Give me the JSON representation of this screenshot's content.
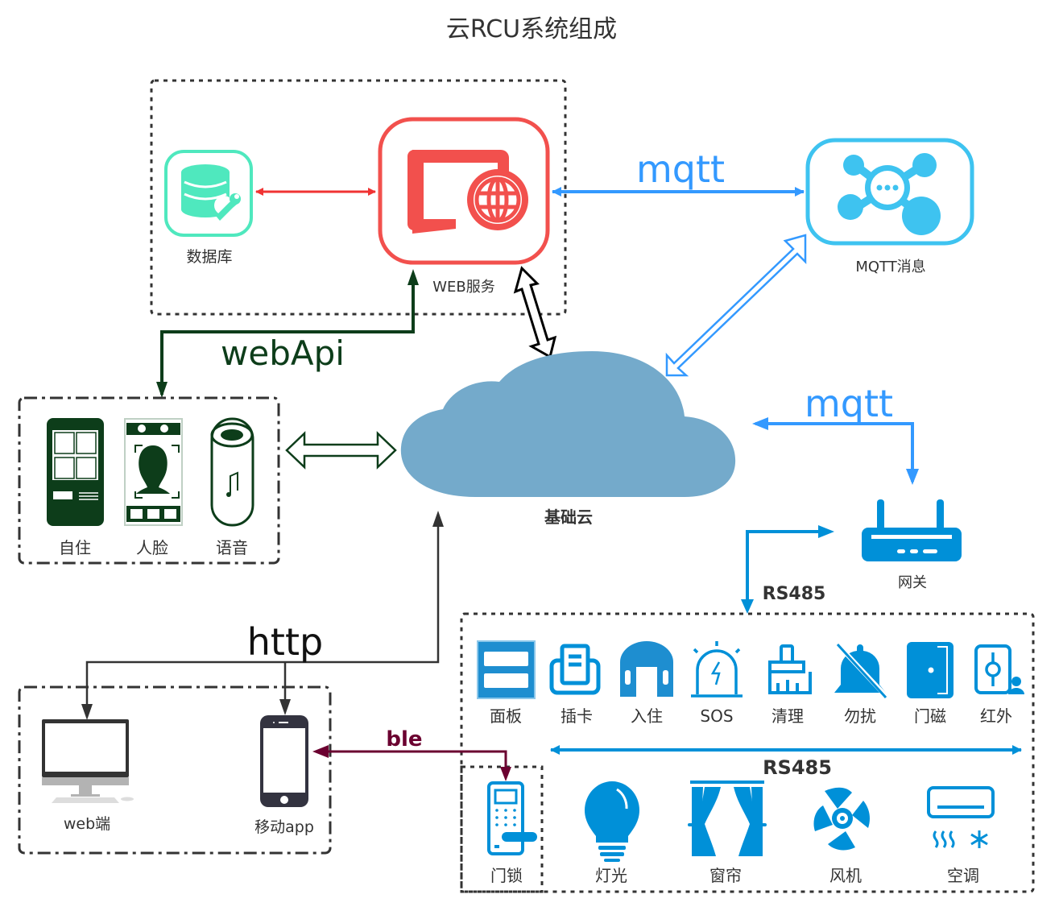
{
  "title": "云RCU系统组成",
  "colors": {
    "database": "#4FE8BE",
    "web_service": "#F2504D",
    "mqtt_blue": "#3399FF",
    "mqtt_node": "#3EC3F0",
    "cloud": "#74AACB",
    "dark_green": "#0D3D1A",
    "device_blue": "#0090D8",
    "ble": "#6B0030",
    "http": "#333333"
  },
  "nodes": {
    "database": {
      "label": "数据库",
      "icon": "database-wrench-icon"
    },
    "web_service": {
      "label": "WEB服务",
      "icon": "monitor-globe-icon"
    },
    "mqtt_broker": {
      "label": "MQTT消息",
      "icon": "mqtt-hub-icon"
    },
    "cloud": {
      "label": "基础云",
      "icon": "cloud-icon"
    },
    "gateway": {
      "label": "网关",
      "icon": "router-icon"
    }
  },
  "terminals": [
    {
      "label": "自住",
      "icon": "kiosk-icon"
    },
    {
      "label": "人脸",
      "icon": "face-recognition-icon"
    },
    {
      "label": "语音",
      "icon": "smart-speaker-icon"
    }
  ],
  "clients": [
    {
      "label": "web端",
      "icon": "desktop-monitor-icon"
    },
    {
      "label": "移动app",
      "icon": "smartphone-icon"
    }
  ],
  "rs485_devices_top": [
    {
      "label": "面板",
      "icon": "panel-icon"
    },
    {
      "label": "插卡",
      "icon": "card-slot-icon"
    },
    {
      "label": "入住",
      "icon": "check-in-house-icon"
    },
    {
      "label": "SOS",
      "icon": "sos-alarm-icon"
    },
    {
      "label": "清理",
      "icon": "cleaning-brush-icon"
    },
    {
      "label": "勿扰",
      "icon": "do-not-disturb-bell-icon"
    },
    {
      "label": "门磁",
      "icon": "door-sensor-icon"
    },
    {
      "label": "红外",
      "icon": "infrared-sensor-icon"
    }
  ],
  "rs485_devices_bottom": [
    {
      "label": "灯光",
      "icon": "light-bulb-icon"
    },
    {
      "label": "窗帘",
      "icon": "curtain-icon"
    },
    {
      "label": "风机",
      "icon": "fan-icon"
    },
    {
      "label": "空调",
      "icon": "air-conditioner-icon"
    }
  ],
  "door_lock": {
    "label": "门锁",
    "icon": "door-lock-icon"
  },
  "protocols": {
    "mqtt_top": "mqtt",
    "mqtt_gateway": "mqtt",
    "webapi": "webApi",
    "http": "http",
    "ble": "ble",
    "rs485_gateway": "RS485",
    "rs485_bus": "RS485"
  }
}
